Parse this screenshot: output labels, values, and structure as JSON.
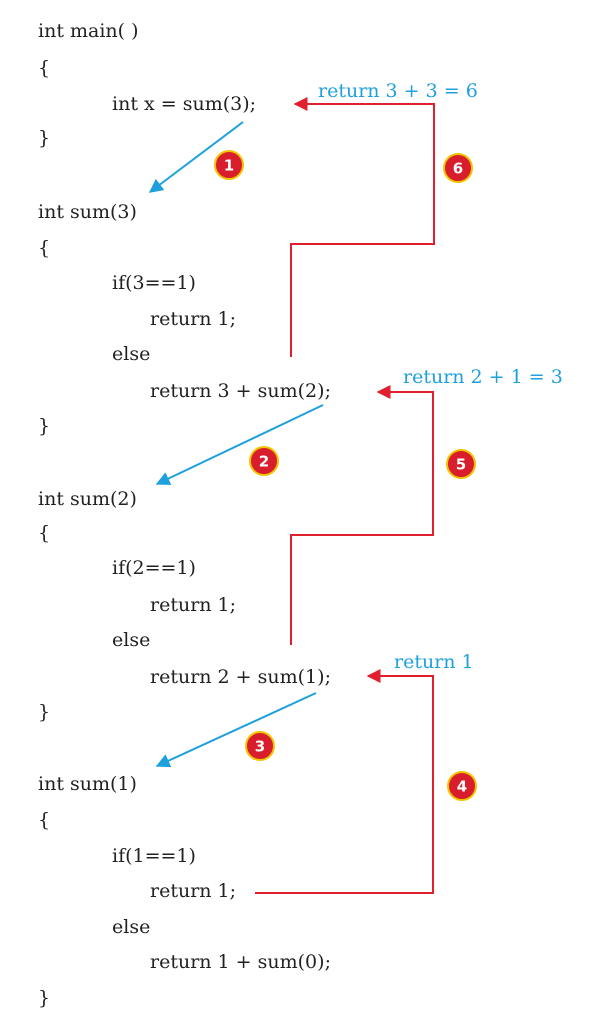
{
  "code_lines": [
    "int main( )",
    "{",
    "int x = sum(3);",
    "}",
    "int sum(3)",
    "{",
    "if(3==1)",
    "return 1;",
    "else",
    "return 3 + sum(2);",
    "}",
    "int sum(2)",
    "{",
    "if(2==1)",
    "return 1;",
    "else",
    "return 2 + sum(1);",
    "}",
    "int sum(1)",
    "{",
    "if(1==1)",
    "return 1;",
    "else",
    "return 1 + sum(0);",
    "}"
  ],
  "return_labels": [
    "return 3 + 3 = 6",
    "return 2 + 1 = 3",
    "return 1"
  ],
  "step_badges": [
    "1",
    "2",
    "3",
    "4",
    "5",
    "6"
  ],
  "colors": {
    "code_text": "#222222",
    "call_arrow": "#1ea0dc",
    "return_arrow": "#e0202e",
    "badge_fill": "#d81e2c",
    "badge_ring": "#f2c400"
  }
}
